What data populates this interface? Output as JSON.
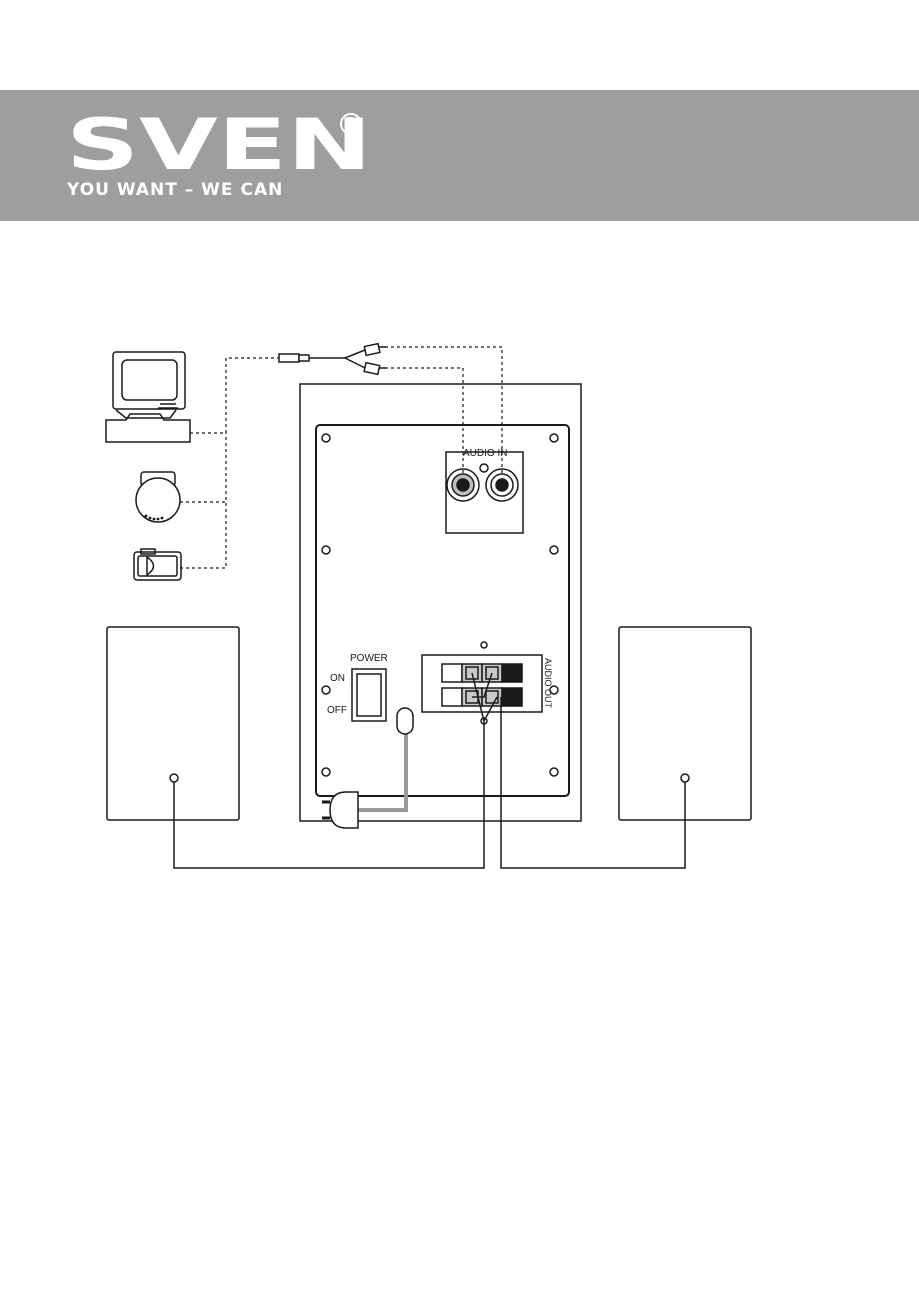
{
  "header": {
    "brand_name": "SVEN",
    "registered_mark": "R",
    "slogan": "YOU WANT – WE CAN"
  },
  "panel": {
    "audio_in_label": "AUDIO IN",
    "audio_out_label": "AUDIO OUT",
    "power_label": "POWER",
    "on_label": "ON",
    "off_label": "OFF"
  },
  "colors": {
    "banner": "#9d9e9e",
    "line": "#1a1a1a",
    "power_cable": "#9a9a9a"
  }
}
